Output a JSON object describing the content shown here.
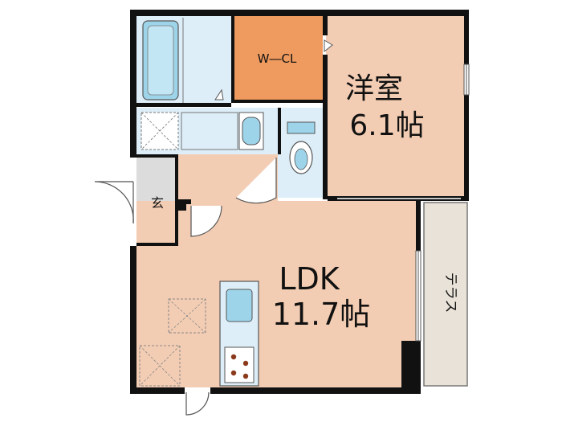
{
  "rooms": {
    "wcl": {
      "label": "W―CL"
    },
    "western": {
      "name": "洋室",
      "size": "6.1帖"
    },
    "ldk": {
      "name": "LDK",
      "size": "11.7帖"
    },
    "entrance": {
      "label": "玄"
    },
    "terrace": {
      "label": "テラス"
    }
  },
  "colors": {
    "wall": "#111111",
    "room_floor": "#f3cdb3",
    "wet_area": "#ddeef8",
    "closet": "#ef9b5f",
    "entrance": "#dcdcdc",
    "terrace": "#e9e2d8",
    "fixture": "#9ed4ea",
    "stove_burner": "#8a3a1a"
  }
}
